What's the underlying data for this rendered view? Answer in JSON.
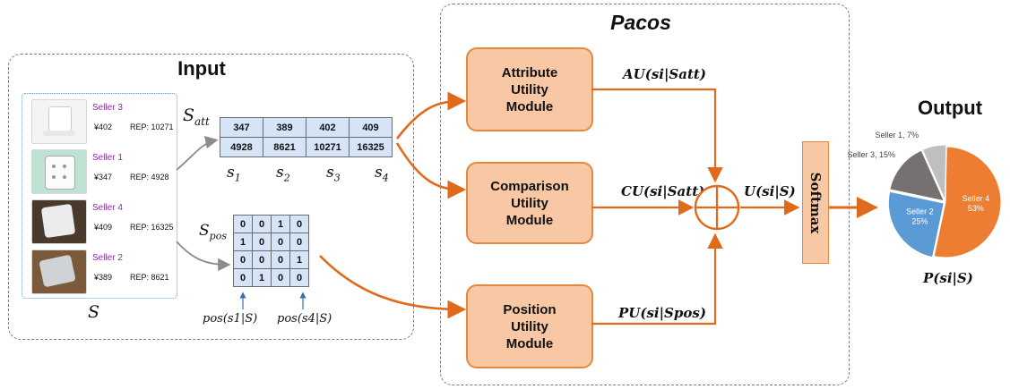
{
  "titles": {
    "pacos": "Pacos",
    "input": "Input",
    "output": "Output"
  },
  "sellers": [
    {
      "name": "Seller 3",
      "price": "¥402",
      "rep": "REP: 10271"
    },
    {
      "name": "Seller 1",
      "price": "¥347",
      "rep": "REP: 4928"
    },
    {
      "name": "Seller 4",
      "price": "¥409",
      "rep": "REP: 16325"
    },
    {
      "name": "Seller 2",
      "price": "¥389",
      "rep": "REP: 8621"
    }
  ],
  "set_label": "S",
  "att": {
    "label": "S",
    "label_sub": "att",
    "prices": [
      "347",
      "389",
      "402",
      "409"
    ],
    "reps": [
      "4928",
      "8621",
      "10271",
      "16325"
    ],
    "columns": [
      "s",
      "s",
      "s",
      "s"
    ],
    "column_subs": [
      "1",
      "2",
      "3",
      "4"
    ]
  },
  "pos": {
    "label": "S",
    "label_sub": "pos",
    "matrix": [
      [
        "0",
        "0",
        "1",
        "0"
      ],
      [
        "1",
        "0",
        "0",
        "0"
      ],
      [
        "0",
        "0",
        "0",
        "1"
      ],
      [
        "0",
        "1",
        "0",
        "0"
      ]
    ],
    "annot_left": "pos(s1|S)",
    "annot_right": "pos(s4|S)"
  },
  "modules": {
    "attribute": "Attribute\nUtility\nModule",
    "comparison": "Comparison\nUtility\nModule",
    "position": "Position\nUtility\nModule"
  },
  "formulas": {
    "au": "AU(si|Satt)",
    "cu": "CU(si|Satt)",
    "pu": "PU(si|Spos)",
    "u": "U(si|S)",
    "p": "P(si|S)"
  },
  "softmax_label": "Softmax",
  "pie": {
    "slices": [
      {
        "name": "Seller 4",
        "percent": 53,
        "label": "Seller 4\n53%",
        "color": "#ed7d31"
      },
      {
        "name": "Seller 2",
        "percent": 25,
        "label": "Seller 2\n25%",
        "color": "#5b9bd5"
      },
      {
        "name": "Seller 3",
        "percent": 15,
        "label": "Seller 3, 15%",
        "color": "#767171"
      },
      {
        "name": "Seller 1",
        "percent": 7,
        "label": "Seller 1, 7%",
        "color": "#bfbfbf"
      }
    ]
  },
  "colors": {
    "arrow": "#e06a1b",
    "module_fill": "#f8c8a5",
    "table_fill": "#d6e4f7",
    "seller_name": "#8a2ca3"
  }
}
